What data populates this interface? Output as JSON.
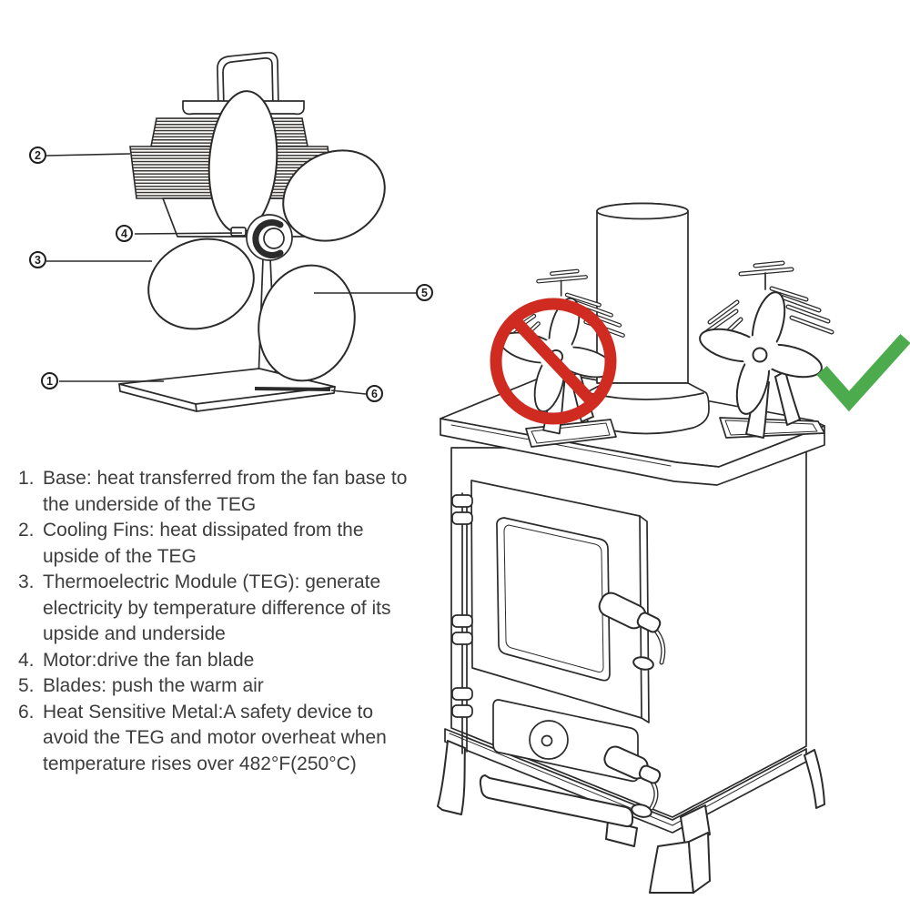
{
  "figure": {
    "callouts": {
      "c1": "1",
      "c2": "2",
      "c3": "3",
      "c4": "4",
      "c5": "5",
      "c6": "6"
    }
  },
  "parts_list": {
    "items": [
      {
        "num": "1.",
        "text": "Base: heat transferred from the fan base to\nthe underside of the TEG"
      },
      {
        "num": "2.",
        "text": "Cooling Fins: heat dissipated from the\nupside of the TEG"
      },
      {
        "num": "3.",
        "text": "Thermoelectric Module (TEG): generate\nelectricity by temperature difference of its\nupside and underside"
      },
      {
        "num": "4.",
        "text": "Motor:drive the fan blade"
      },
      {
        "num": "5.",
        "text": "Blades: push the warm air"
      },
      {
        "num": "6.",
        "text": "Heat Sensitive Metal:A safety device to\navoid the TEG and motor overheat when\ntemperature rises over 482°F(250°C)"
      }
    ]
  },
  "markers": {
    "prohibited_icon": "no-circle-slash",
    "approved_icon": "green-checkmark",
    "prohibited_color": "#d02b20",
    "approved_color": "#4cab4c",
    "ink_color": "#2b2b2b"
  }
}
